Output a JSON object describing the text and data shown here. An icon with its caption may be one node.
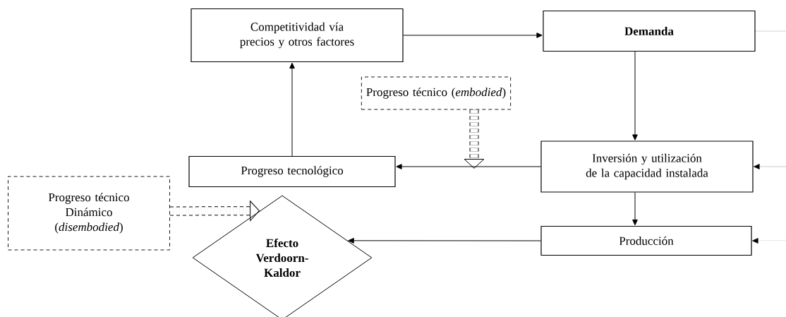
{
  "diagram": {
    "nodes": [
      {
        "text": [
          "Competitividad vía precios y otros factores"
        ]
      },
      {
        "text": [
          "**Demanda**"
        ]
      },
      {
        "text": [
          "Progreso técnico (*embodied*)"
        ]
      },
      {
        "text": [
          "Progreso tecnológico"
        ]
      },
      {
        "text": [
          "Inversión y utilización de la capacidad instalada"
        ]
      },
      {
        "text": [
          "Progreso técnico Dinámico (*disembodied*)"
        ]
      },
      {
        "text": [
          "**Efecto Verdoorn-Kaldor**"
        ]
      },
      {
        "text": [
          "Producción"
        ]
      }
    ],
    "edges": [
      {
        "from": 0,
        "to": 1,
        "arrow": "to"
      },
      {
        "from": 1,
        "to": 4,
        "arrow": "to"
      },
      {
        "from": 4,
        "to": 3,
        "arrow": "to"
      },
      {
        "from": 3,
        "to": 0,
        "arrow": "to"
      },
      {
        "from": 2,
        "to": null,
        "arrow": "to",
        "style": "dashed"
      },
      {
        "from": 5,
        "to": 6,
        "arrow": "to",
        "style": "dashed"
      },
      {
        "from": 4,
        "to": 7,
        "arrow": "to"
      },
      {
        "from": 7,
        "to": 6,
        "arrow": "to"
      },
      {
        "from": 1,
        "to": null,
        "arrow": "none",
        "style": "dashed"
      },
      {
        "from": null,
        "to": 4,
        "arrow": "to",
        "style": "dashed"
      },
      {
        "from": null,
        "to": 7,
        "arrow": "to",
        "style": "dashed"
      }
    ]
  }
}
